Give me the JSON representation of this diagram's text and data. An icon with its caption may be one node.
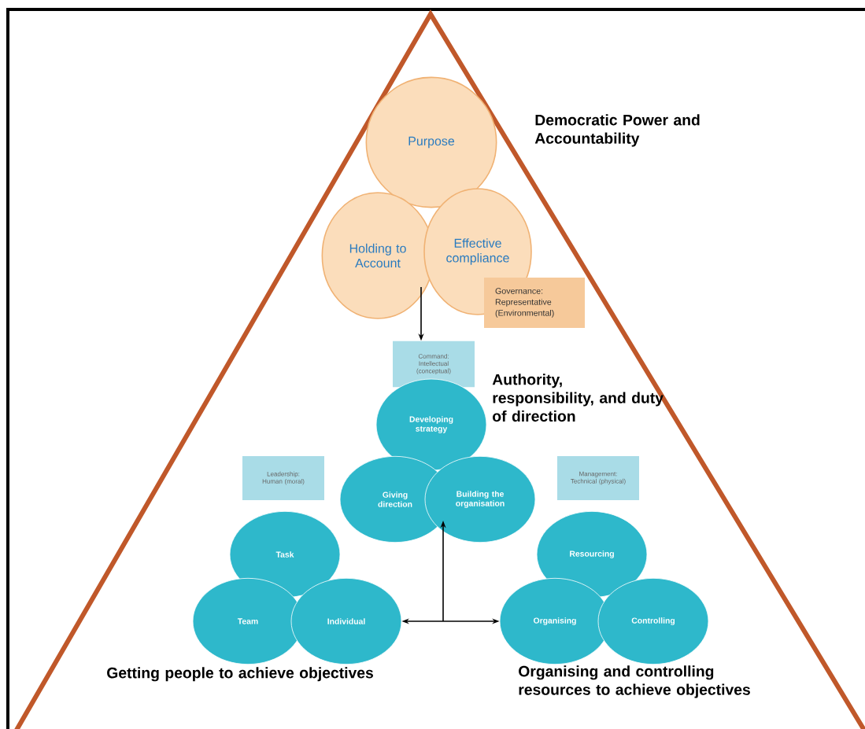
{
  "diagram": {
    "nodes": [
      {
        "text": [
          "Purpose"
        ]
      },
      {
        "text": [
          "Holding to Account"
        ]
      },
      {
        "text": [
          "Effective compliance"
        ]
      },
      {
        "text": [
          "Governance: Representative (Environmental)"
        ]
      },
      {
        "text": [
          "Command: Intellectual (conceptual)"
        ]
      },
      {
        "text": [
          "Developing strategy"
        ]
      },
      {
        "text": [
          "Giving direction"
        ]
      },
      {
        "text": [
          "Building the organisation"
        ]
      },
      {
        "text": [
          "Leadership: Human (moral)"
        ]
      },
      {
        "text": [
          "Management: Technical (physical)"
        ]
      },
      {
        "text": [
          "Task"
        ]
      },
      {
        "text": [
          "Team"
        ]
      },
      {
        "text": [
          "Individual"
        ]
      },
      {
        "text": [
          "Resourcing"
        ]
      },
      {
        "text": [
          "Organising"
        ]
      },
      {
        "text": [
          "Controlling"
        ]
      }
    ],
    "edges": [
      {
        "from": 1,
        "to": 4,
        "arrow": "to"
      },
      {
        "from": null,
        "to": 6,
        "arrow": "to"
      },
      {
        "from": null,
        "to": 12,
        "arrow": "to"
      },
      {
        "from": null,
        "to": 14,
        "arrow": "to"
      }
    ],
    "labels": [
      "Democratic Power and Accountability",
      "Authority, responsibility, and duty of direction",
      "Getting people to achieve objectives",
      "Organising and controlling resources to achieve objectives"
    ]
  }
}
